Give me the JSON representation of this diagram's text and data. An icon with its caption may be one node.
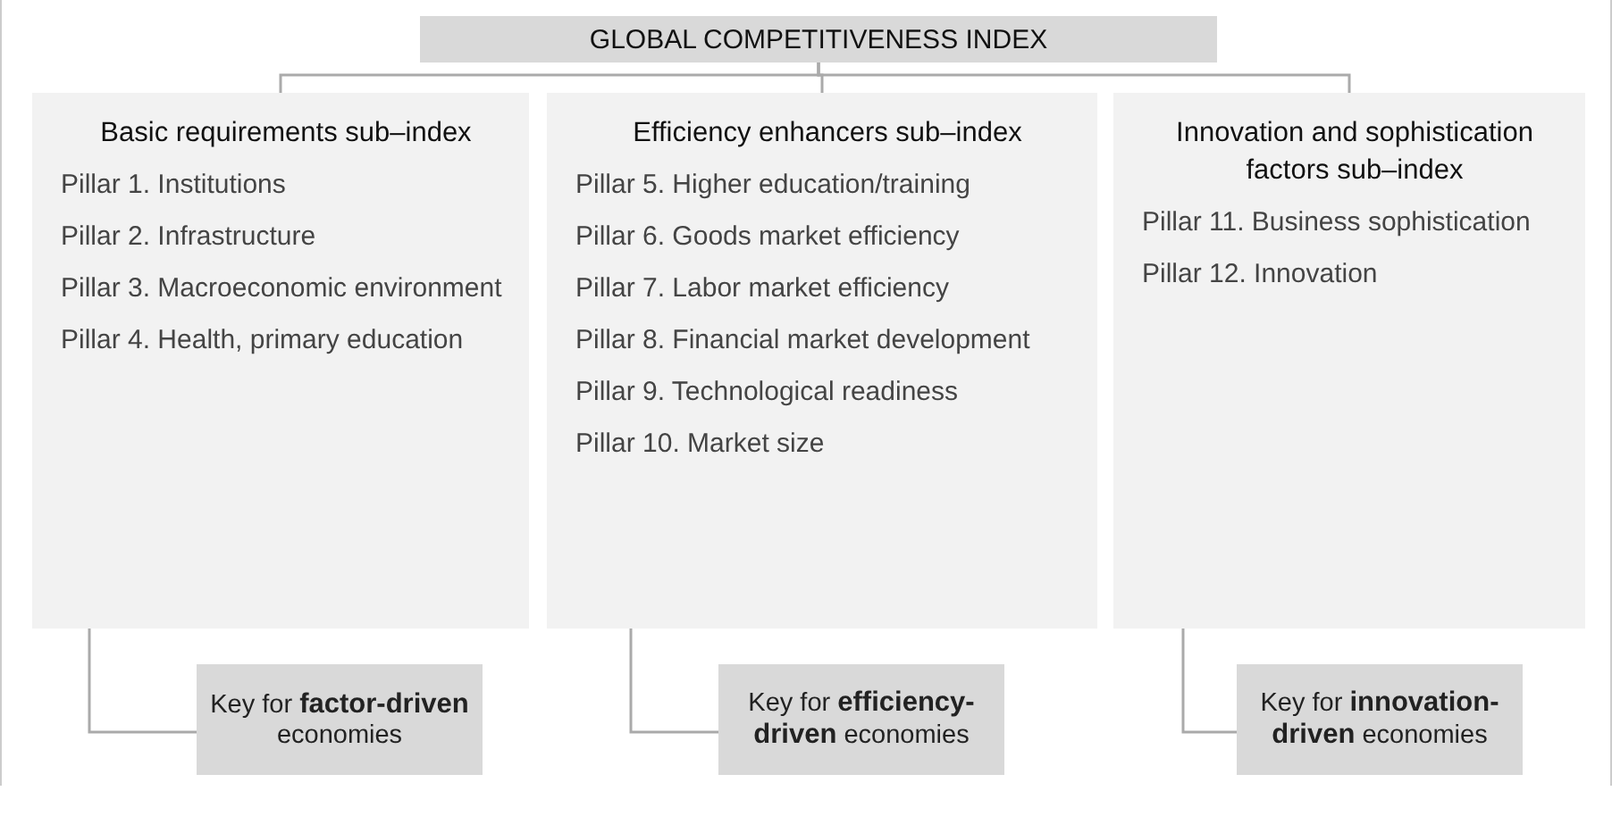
{
  "diagram": {
    "nodes": [
      {
        "text": [
          "GLOBAL COMPETITIVENESS INDEX"
        ]
      },
      {
        "text": [
          "Basic requirements sub–index",
          "Pillar 1. Institutions",
          "Pillar 2. Infrastructure",
          "Pillar 3. Macroeconomic environment",
          "Pillar 4. Health, primary education"
        ]
      },
      {
        "text": [
          "Efficiency enhancers sub–index",
          "Pillar 5. Higher education/training",
          "Pillar 6. Goods market efficiency",
          "Pillar 7. Labor market efficiency",
          "Pillar 8. Financial market development",
          "Pillar 9. Technological readiness",
          "Pillar 10. Market size"
        ]
      },
      {
        "text": [
          "Innovation and sophistication factors sub–index",
          "Pillar 11. Business sophistication",
          "Pillar 12. Innovation"
        ]
      },
      {
        "text": [
          "Key for **factor-driven** economies"
        ]
      },
      {
        "text": [
          "Key for **efficiency-driven** economies"
        ]
      },
      {
        "text": [
          "Key for **innovation-driven** economies"
        ]
      }
    ],
    "edges": [
      {
        "from": 0,
        "to": 1,
        "arrow": "none"
      },
      {
        "from": 0,
        "to": 2,
        "arrow": "none"
      },
      {
        "from": 0,
        "to": 3,
        "arrow": "none"
      },
      {
        "from": 1,
        "to": 4,
        "arrow": "none"
      },
      {
        "from": 2,
        "to": 5,
        "arrow": "none"
      },
      {
        "from": 3,
        "to": 6,
        "arrow": "none"
      }
    ]
  }
}
